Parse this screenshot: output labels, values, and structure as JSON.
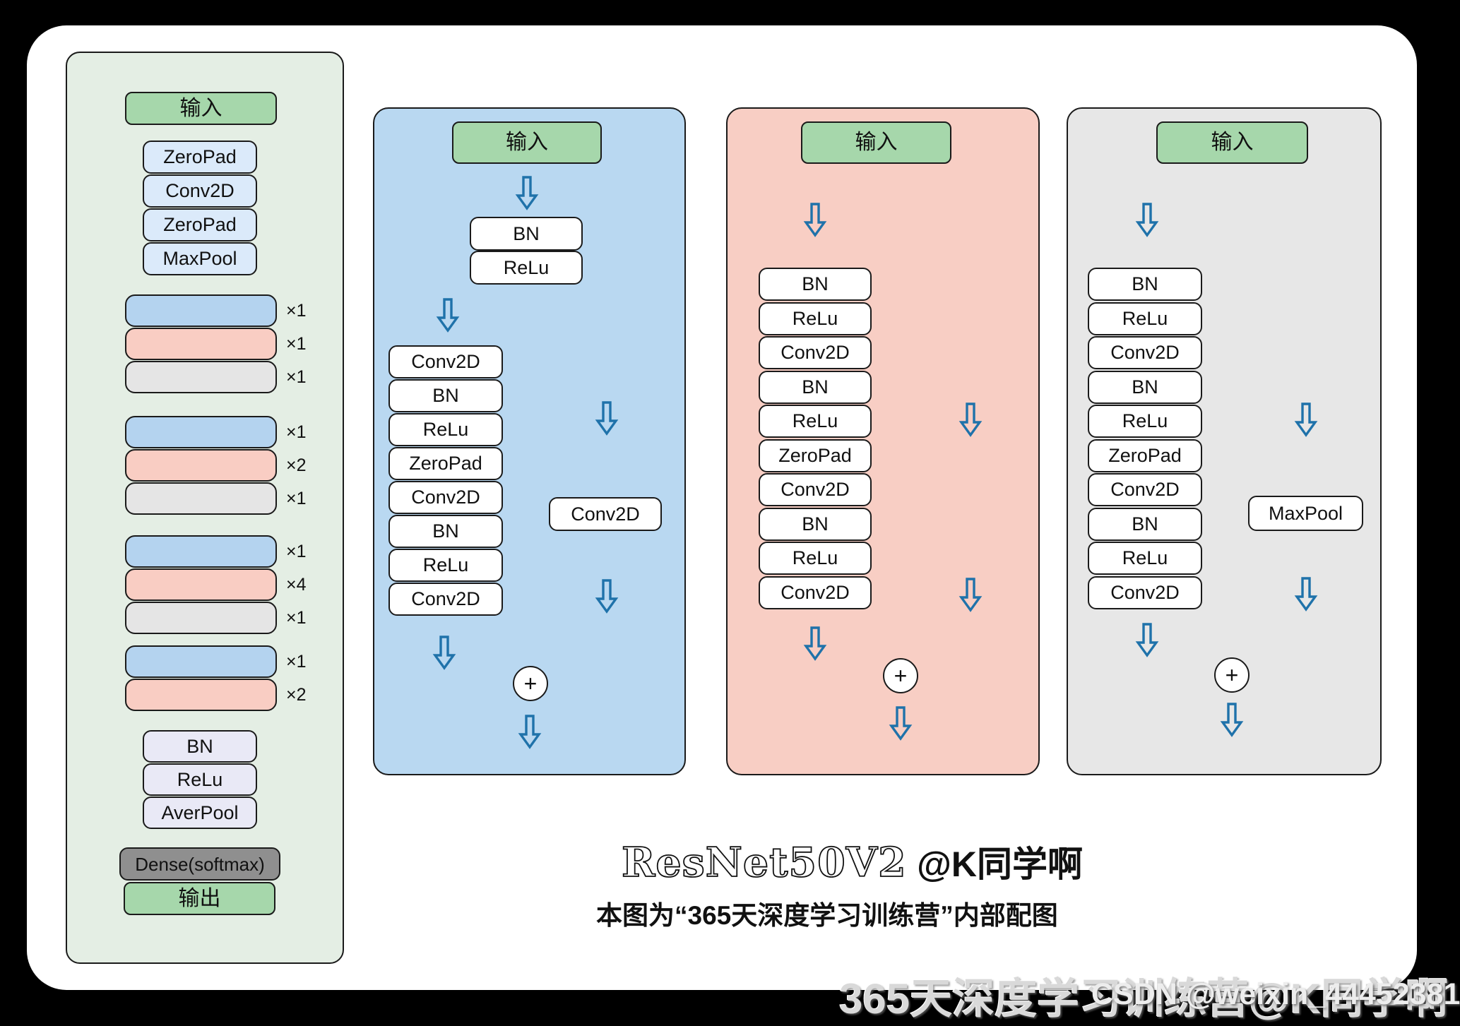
{
  "title": {
    "main": "ResNet50V2",
    "author": "@K同学啊",
    "subtitle": "本图为“365天深度学习训练营”内部配图"
  },
  "watermarks": {
    "large": "365天深度学习训练营@K同学啊",
    "small": "CSDN @weixin_44452381"
  },
  "colors": {
    "page_bg": "#000000",
    "card_bg": "#ffffff",
    "overview_panel": "#e4eee4",
    "conv_block_panel": "#b9d8f1",
    "identity_block_panel": "#f8cec4",
    "pool_block_panel": "#e7e7e7",
    "input_output_node": "#a6d7ab",
    "stem_node": "#dbeafa",
    "head_node": "#e9e9f6",
    "dense_node": "#8f8f8f",
    "block_blue": "#b4d3ef",
    "block_pink": "#f9cdc3",
    "block_gray": "#e5e5e5",
    "arrow": "#1f72aa"
  },
  "overview": {
    "input": "输入",
    "stem": [
      "ZeroPad",
      "Conv2D",
      "ZeroPad",
      "MaxPool"
    ],
    "multipliers": [
      "×1",
      "×1",
      "×1",
      "×1",
      "×2",
      "×1",
      "×1",
      "×4",
      "×1",
      "×1",
      "×2"
    ],
    "head": [
      "BN",
      "ReLu",
      "AverPool"
    ],
    "dense": "Dense(softmax)",
    "output": "输出"
  },
  "conv_block": {
    "input": "输入",
    "pre": [
      "BN",
      "ReLu"
    ],
    "main": [
      "Conv2D",
      "BN",
      "ReLu",
      "ZeroPad",
      "Conv2D",
      "BN",
      "ReLu",
      "Conv2D"
    ],
    "shortcut": "Conv2D",
    "plus": "+"
  },
  "identity_block": {
    "input": "输入",
    "main": [
      "BN",
      "ReLu",
      "Conv2D",
      "BN",
      "ReLu",
      "ZeroPad",
      "Conv2D",
      "BN",
      "ReLu",
      "Conv2D"
    ],
    "plus": "+"
  },
  "pool_block": {
    "input": "输入",
    "main": [
      "BN",
      "ReLu",
      "Conv2D",
      "BN",
      "ReLu",
      "ZeroPad",
      "Conv2D",
      "BN",
      "ReLu",
      "Conv2D"
    ],
    "shortcut": "MaxPool",
    "plus": "+"
  }
}
